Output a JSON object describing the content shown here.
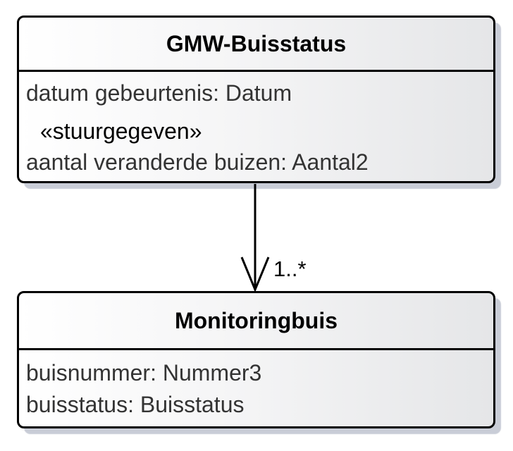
{
  "diagram": {
    "type": "uml-class-diagram",
    "background": "#ffffff",
    "border_color": "#000000",
    "shadow_color": "#c9cdd7",
    "box_fill_left": "#ffffff",
    "box_fill_right": "#e5e6e8",
    "attribute_text_color": "#333333",
    "classes": [
      {
        "title": "GMW-Buisstatus",
        "attributes": [
          "datum gebeurtenis: Datum",
          "«stuurgegeven»",
          "aantal veranderde buizen: Aantal2"
        ]
      },
      {
        "title": "Monitoringbuis",
        "attributes": [
          "buisnummer: Nummer3",
          "buisstatus: Buisstatus"
        ]
      }
    ],
    "association": {
      "source": "GMW-Buisstatus",
      "target": "Monitoringbuis",
      "multiplicity": "1..*",
      "arrow": "open-arrowhead-down"
    }
  }
}
